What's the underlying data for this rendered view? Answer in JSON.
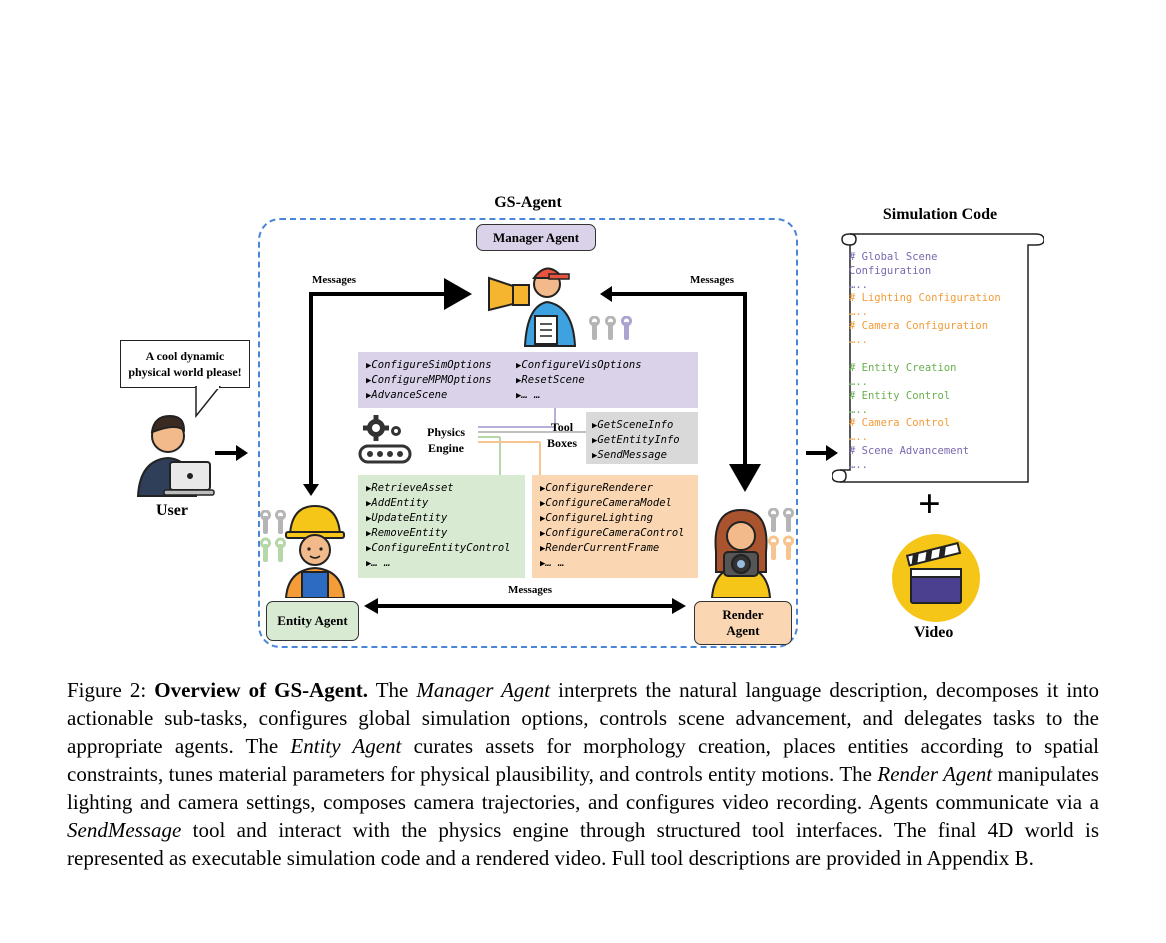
{
  "figure": {
    "gs_agent_title": "GS-Agent",
    "manager_agent": "Manager Agent",
    "entity_agent": "Entity Agent",
    "render_agent_line1": "Render",
    "render_agent_line2": "Agent",
    "messages_left": "Messages",
    "messages_right": "Messages",
    "messages_bottom": "Messages",
    "user_label": "User",
    "user_speech_line1": "A cool dynamic",
    "user_speech_line2": "physical world please!",
    "physics_engine_line1": "Physics",
    "physics_engine_line2": "Engine",
    "tool_boxes_line1": "Tool",
    "tool_boxes_line2": "Boxes",
    "manager_tools_left": [
      "ConfigureSimOptions",
      "ConfigureMPMOptions",
      "AdvanceScene"
    ],
    "manager_tools_right": [
      "ConfigureVisOptions",
      "ResetScene",
      "… …"
    ],
    "shared_tools": [
      "GetSceneInfo",
      "GetEntityInfo",
      "SendMessage"
    ],
    "entity_tools": [
      "RetrieveAsset",
      "AddEntity",
      "UpdateEntity",
      "RemoveEntity",
      "ConfigureEntityControl",
      "… …"
    ],
    "render_tools": [
      "ConfigureRenderer",
      "ConfigureCameraModel",
      "ConfigureLighting",
      "ConfigureCameraControl",
      "RenderCurrentFrame",
      "… …"
    ],
    "simulation_code_title": "Simulation Code",
    "code_lines": [
      {
        "text": "# Global Scene",
        "color": "#7b68b0"
      },
      {
        "text": "Configuration",
        "color": "#7b68b0"
      },
      {
        "text": "…..",
        "color": "#7b68b0"
      },
      {
        "text": "# Lighting Configuration",
        "color": "#f39c38"
      },
      {
        "text": "…..",
        "color": "#f39c38"
      },
      {
        "text": "# Camera Configuration",
        "color": "#f39c38"
      },
      {
        "text": "…..",
        "color": "#f39c38"
      },
      {
        "text": "# Entity Creation",
        "color": "#6aaf50"
      },
      {
        "text": "…..",
        "color": "#6aaf50"
      },
      {
        "text": "# Entity Control",
        "color": "#6aaf50"
      },
      {
        "text": "…..",
        "color": "#6aaf50"
      },
      {
        "text": "# Camera Control",
        "color": "#f39c38"
      },
      {
        "text": "…..",
        "color": "#f39c38"
      },
      {
        "text": "# Scene Advancement",
        "color": "#7b68b0"
      },
      {
        "text": "…..",
        "color": "#7b68b0"
      }
    ],
    "plus_sign": "+",
    "video_label": "Video",
    "colors": {
      "frame_border": "#4a86d8",
      "manager_fill": "#d9d2e9",
      "entity_fill": "#d9ead3",
      "render_fill": "#fad7b2",
      "shared_fill": "#d9d9d9"
    }
  },
  "caption": {
    "prefix": "Figure 2:",
    "bold_title": "Overview of GS-Agent.",
    "t1": " The ",
    "i1": "Manager Agent",
    "t2": " interprets the natural language description, decomposes it into actionable sub-tasks, configures global simulation options, controls scene advancement, and delegates tasks to the appropriate agents.  The ",
    "i2": "Entity Agent",
    "t3": " curates assets for morphology creation, places entities according to spatial constraints, tunes material parameters for physical plausibility, and controls entity motions. The ",
    "i3": "Render Agent",
    "t4": " manipulates lighting and camera settings, composes camera trajectories, and configures video recording. Agents communicate via a ",
    "i4": "SendMessage",
    "t5": " tool and interact with the physics engine through structured tool interfaces. The final 4D world is represented as executable simulation code and a rendered video. Full tool descriptions are provided in Appendix B."
  }
}
